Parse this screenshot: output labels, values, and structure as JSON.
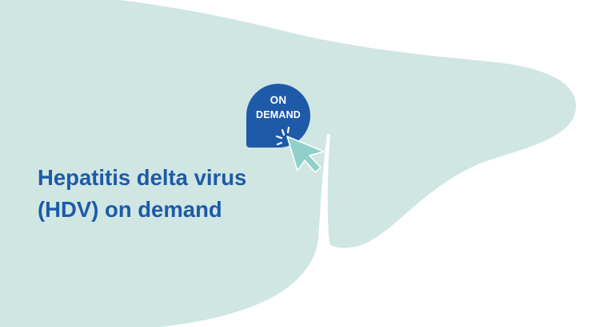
{
  "colors": {
    "liver_shape": "#cfe6e3",
    "badge": "#1e5aa8",
    "headline": "#1e5aa8",
    "cursor": "#8fd1ca"
  },
  "badge": {
    "line1": "ON",
    "line2": "DEMAND"
  },
  "headline": {
    "line1": "Hepatitis delta virus",
    "line2": "(HDV) on demand"
  },
  "icons": {
    "cursor": "click-cursor-icon",
    "badge": "speech-bubble-icon"
  }
}
